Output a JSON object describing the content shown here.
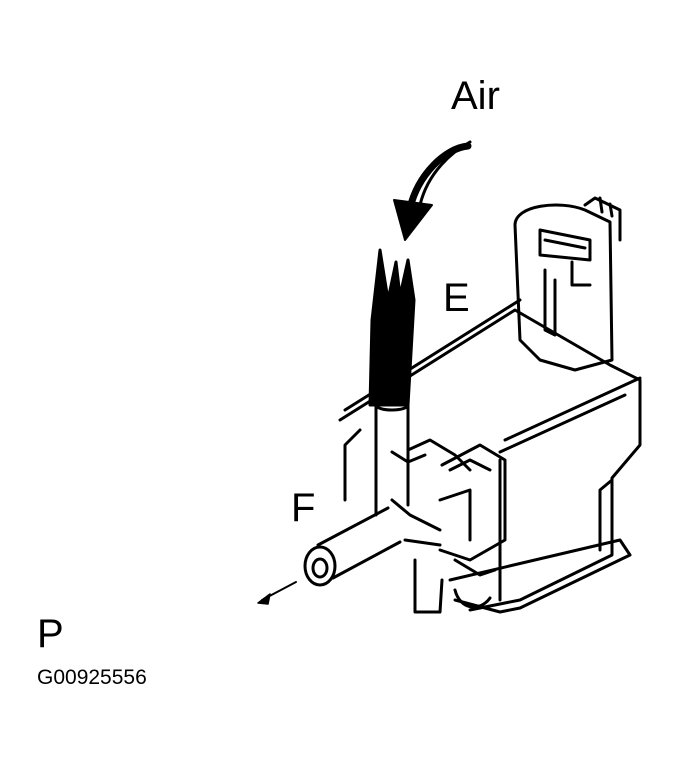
{
  "labels": {
    "air": "Air",
    "port_e": "E",
    "port_f": "F",
    "flow_letter": "P"
  },
  "figure_code": "G00925556",
  "colors": {
    "ink": "#000000",
    "paper": "#ffffff"
  }
}
